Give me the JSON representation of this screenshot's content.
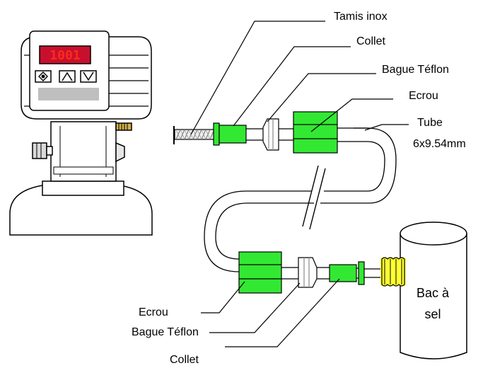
{
  "controller": {
    "display_value": "1001",
    "buttons": [
      "set-icon",
      "up-arrow-icon",
      "down-arrow-icon"
    ]
  },
  "labels": {
    "tamis": "Tamis inox",
    "collet_top": "Collet",
    "bague_top": "Bague Téflon",
    "ecrou_top": "Ecrou",
    "tube_line1": "Tube",
    "tube_line2": "6x9.54mm",
    "ecrou_bottom": "Ecrou",
    "bague_bottom": "Bague Téflon",
    "collet_bottom": "Collet",
    "bac_line1": "Bac à",
    "bac_line2": "sel"
  },
  "colors": {
    "fitting_green": "#33e833",
    "display_red_bg": "#c8102e",
    "display_digits": "#ff2a1a",
    "thread_yellow": "#ffff33",
    "panel_gray": "#bfbfbf"
  }
}
